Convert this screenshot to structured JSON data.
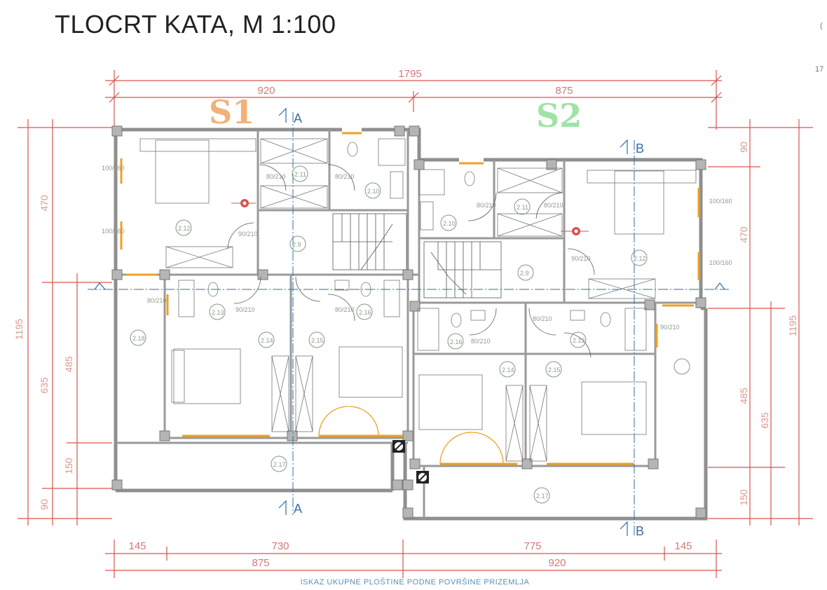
{
  "title": "TLOCRT KATA, M 1:100",
  "units": {
    "s1": "S1",
    "s2": "S2"
  },
  "colors": {
    "s1": "#f0b27a",
    "s2": "#9fe3a6",
    "dimension": "#d9534f",
    "axis": "#2f6fa8",
    "wall": "#8f8f8f",
    "orange": "#f0a020"
  },
  "dimensions": {
    "top_total": "1795",
    "top_left": "920",
    "top_right": "875",
    "bottom_parts": [
      "145",
      "730",
      "775",
      "145"
    ],
    "bottom_left": "875",
    "bottom_right": "920",
    "left_outer": "1195",
    "left_470": "470",
    "left_635": "635",
    "left_485": "485",
    "left_150": "150",
    "left_90": "90",
    "right_90": "90",
    "right_470": "470",
    "right_485": "485",
    "right_150": "150",
    "right_635": "635",
    "right_outer": "1195"
  },
  "sections": {
    "a": "A",
    "b": "B"
  },
  "window_labels": {
    "w1": "100/160",
    "w2": "100/160",
    "w3": "100/160",
    "w4": "100/160"
  },
  "door_labels": [
    "90/210",
    "80/210",
    "80/210",
    "80/210",
    "80/210",
    "90/210",
    "90/210",
    "80/210",
    "80/210",
    "80/210",
    "80/210",
    "90/210"
  ],
  "rooms": [
    "2.12",
    "2.9",
    "2.10",
    "2.11",
    "2.14",
    "2.15",
    "2.13",
    "2.16",
    "2.17",
    "2.10",
    "2.11",
    "2.9",
    "2.12",
    "2.14",
    "2.15",
    "2.13",
    "2.16",
    "2.17",
    "2.18"
  ],
  "footer": "ISKAZ UKUPNE PLOŠTINE PODNE POVRŠINE PRIZEMLJA",
  "edge_marks": [
    "(",
    "17"
  ]
}
